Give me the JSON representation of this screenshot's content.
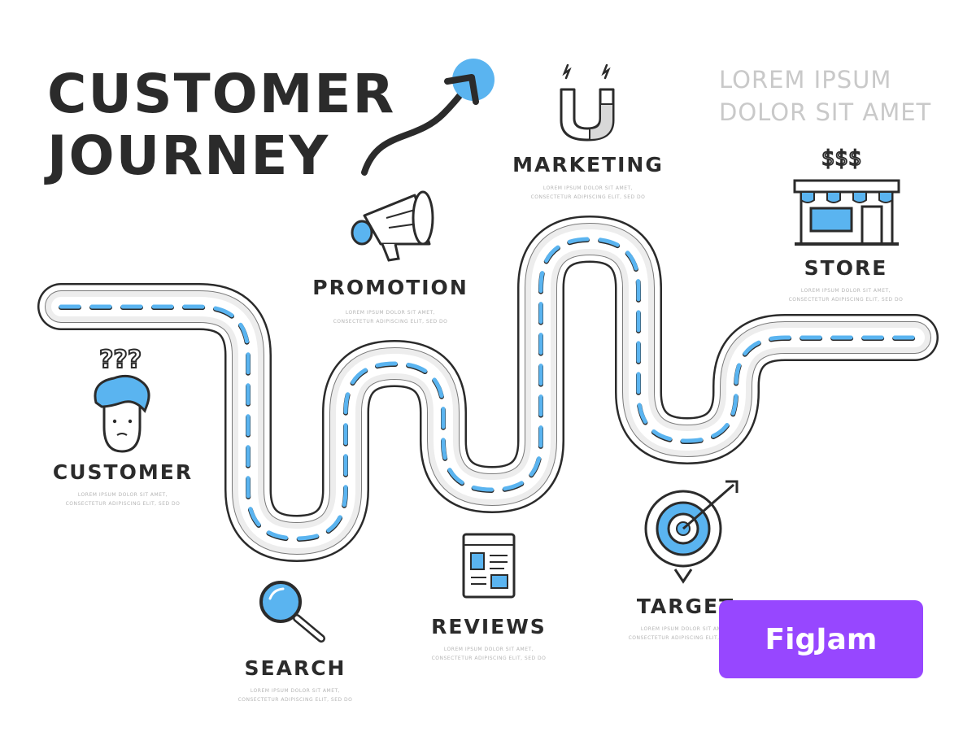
{
  "title": {
    "line1": "CUSTOMER",
    "line2": "JOURNEY"
  },
  "side_text": {
    "line1": "LOREM IPSUM",
    "line2": "DOLOR SIT AMET"
  },
  "stages": [
    {
      "id": "customer",
      "label": "CUSTOMER",
      "desc1": "LOREM IPSUM DOLOR SIT AMET,",
      "desc2": "CONSECTETUR ADIPISCING ELIT, SED DO"
    },
    {
      "id": "search",
      "label": "SEARCH",
      "desc1": "LOREM IPSUM DOLOR SIT AMET,",
      "desc2": "CONSECTETUR ADIPISCING ELIT, SED DO"
    },
    {
      "id": "promotion",
      "label": "PROMOTION",
      "desc1": "LOREM IPSUM DOLOR SIT AMET,",
      "desc2": "CONSECTETUR ADIPISCING ELIT, SED DO"
    },
    {
      "id": "reviews",
      "label": "REVIEWS",
      "desc1": "LOREM IPSUM DOLOR SIT AMET,",
      "desc2": "CONSECTETUR ADIPISCING ELIT, SED DO"
    },
    {
      "id": "marketing",
      "label": "MARKETING",
      "desc1": "LOREM IPSUM DOLOR SIT AMET,",
      "desc2": "CONSECTETUR ADIPISCING ELIT, SED DO"
    },
    {
      "id": "target",
      "label": "TARGET",
      "desc1": "LOREM IPSUM DOLOR SIT AMET,",
      "desc2": "CONSECTETUR ADIPISCING ELIT, SED DO"
    },
    {
      "id": "store",
      "label": "STORE",
      "desc1": "LOREM IPSUM DOLOR SIT AMET,",
      "desc2": "CONSECTETUR ADIPISCING ELIT, SED DO"
    }
  ],
  "icons": {
    "customer": "confused-person-icon",
    "search": "magnifier-icon",
    "promotion": "megaphone-icon",
    "reviews": "newspaper-icon",
    "marketing": "magnet-icon",
    "target": "target-icon",
    "store": "store-icon",
    "store_money": "$$$"
  },
  "badge": {
    "label": "FigJam"
  },
  "colors": {
    "accent": "#5ab4f0",
    "dark": "#2b2b2b",
    "road": "#ededed",
    "badge": "#9747ff"
  }
}
